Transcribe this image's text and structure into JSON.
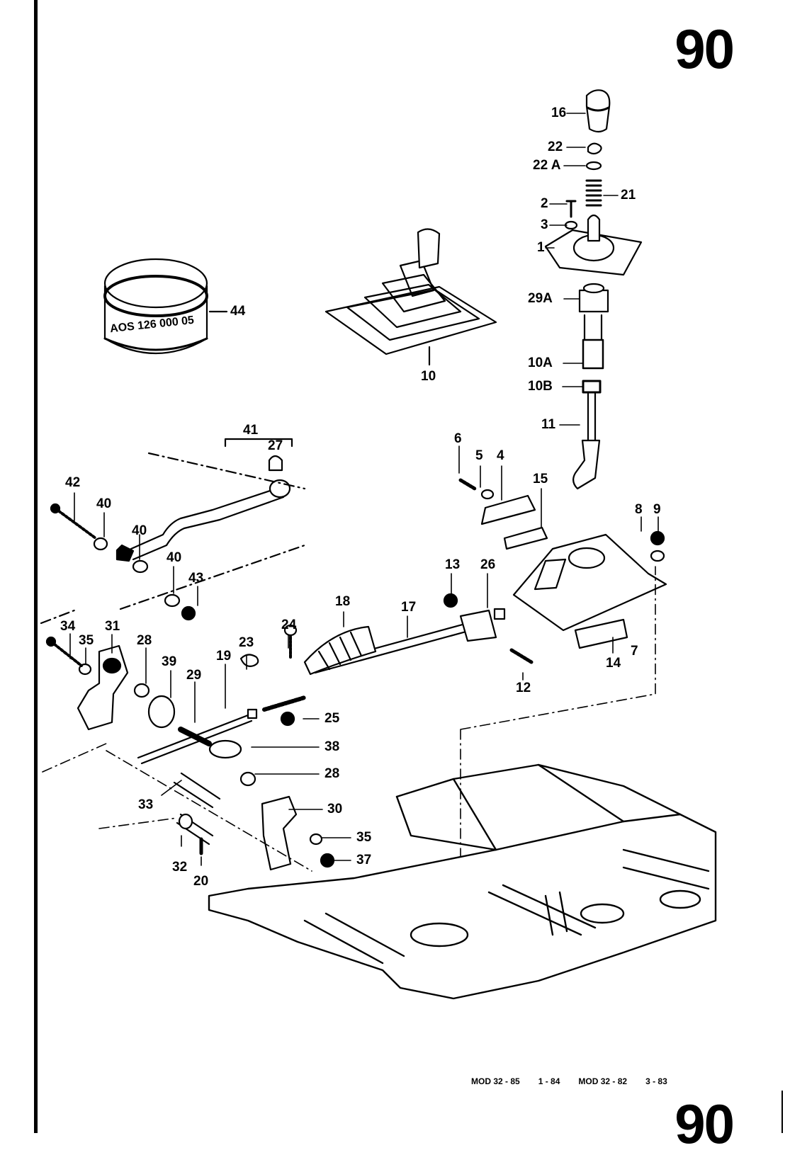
{
  "page": {
    "number_top": "90",
    "number_bottom": "90",
    "footer": [
      "MOD 32 - 85",
      "1 - 84",
      "MOD 32 - 82",
      "3 - 83"
    ]
  },
  "part_44_marking": "AOS 126 000 05",
  "callouts": {
    "c16": "16",
    "c22": "22",
    "c22A": "22 A",
    "c21": "21",
    "c2": "2",
    "c3": "3",
    "c1": "1",
    "c44": "44",
    "c29A": "29A",
    "c10": "10",
    "c10A": "10A",
    "c10B": "10B",
    "c11": "11",
    "c41": "41",
    "c27": "27",
    "c6": "6",
    "c5": "5",
    "c4": "4",
    "c15": "15",
    "c42": "42",
    "c40a": "40",
    "c40b": "40",
    "c40c": "40",
    "c43": "43",
    "c8": "8",
    "c9": "9",
    "c13": "13",
    "c26": "26",
    "c18": "18",
    "c17": "17",
    "c24": "24",
    "c34": "34",
    "c35a": "35",
    "c31": "31",
    "c28a": "28",
    "c39": "39",
    "c29": "29",
    "c19": "19",
    "c23": "23",
    "c12": "12",
    "c14": "14",
    "c7": "7",
    "c25": "25",
    "c38": "38",
    "c28b": "28",
    "c33": "33",
    "c30": "30",
    "c35b": "35",
    "c37": "37",
    "c32": "32",
    "c20": "20"
  }
}
